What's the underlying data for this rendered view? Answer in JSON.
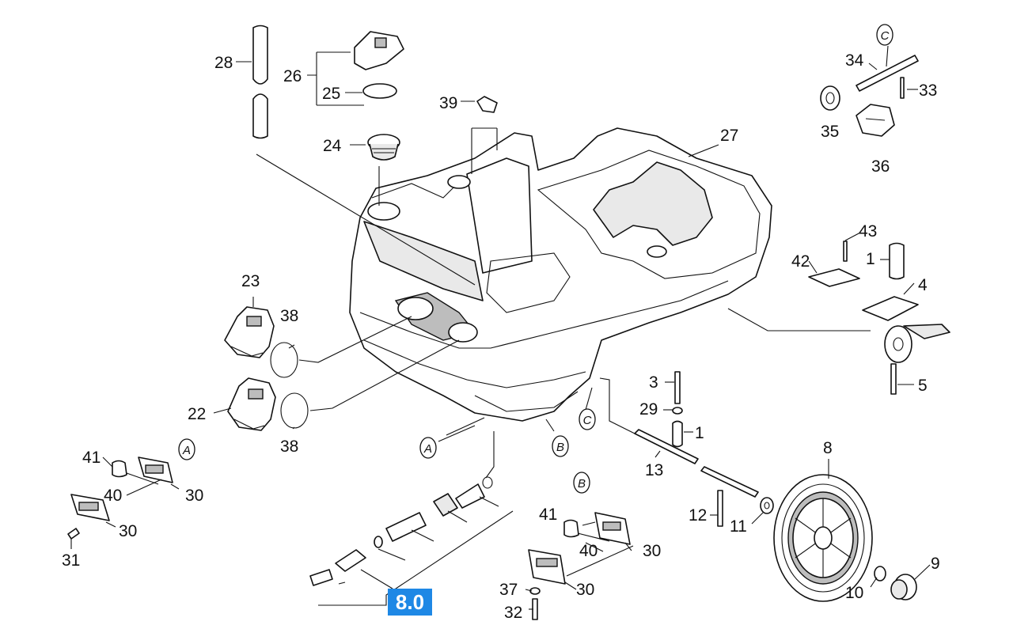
{
  "labels": {
    "p1a": "1",
    "p1b": "1",
    "p3": "3",
    "p4": "4",
    "p5": "5",
    "p8": "8",
    "p9": "9",
    "p10": "10",
    "p11": "11",
    "p12": "12",
    "p13": "13",
    "p22": "22",
    "p23": "23",
    "p24": "24",
    "p25": "25",
    "p26": "26",
    "p27": "27",
    "p28": "28",
    "p29": "29",
    "p30a": "30",
    "p30b": "30",
    "p30c": "30",
    "p30d": "30",
    "p31": "31",
    "p32": "32",
    "p33": "33",
    "p34": "34",
    "p35": "35",
    "p36": "36",
    "p37": "37",
    "p38a": "38",
    "p38b": "38",
    "p39": "39",
    "p40a": "40",
    "p40b": "40",
    "p41a": "41",
    "p41b": "41",
    "p42": "42",
    "p43": "43"
  },
  "callouts": {
    "a1": "A",
    "a2": "A",
    "b1": "B",
    "b2": "B",
    "c1": "C",
    "c2": "C"
  },
  "assembly": {
    "label": "8.0",
    "color": "#1e88e5"
  }
}
